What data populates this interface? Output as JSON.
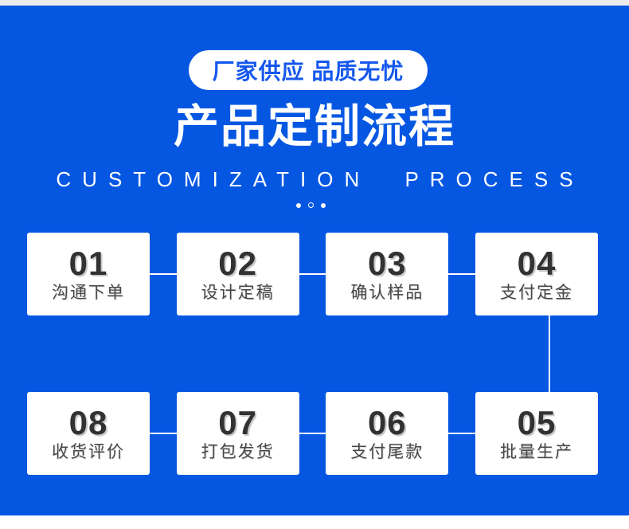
{
  "banner": {
    "label": "厂家供应 品质无忧"
  },
  "header": {
    "title": "产品定制流程",
    "subtitle": "CUSTOMIZATION PROCESS"
  },
  "steps": [
    {
      "number": "01",
      "label": "沟通下单"
    },
    {
      "number": "02",
      "label": "设计定稿"
    },
    {
      "number": "03",
      "label": "确认样品"
    },
    {
      "number": "04",
      "label": "支付定金"
    },
    {
      "number": "08",
      "label": "收货评价"
    },
    {
      "number": "07",
      "label": "打包发货"
    },
    {
      "number": "06",
      "label": "支付尾款"
    },
    {
      "number": "05",
      "label": "批量生产"
    }
  ],
  "colors": {
    "background_blue": "#0557e2",
    "banner_text_blue": "#1557ee",
    "top_strip_gray": "#ececec",
    "card_background": "#ffffff",
    "step_number_dark": "#323232",
    "step_label_gray": "#484848",
    "connector_white": "#ffffff"
  }
}
